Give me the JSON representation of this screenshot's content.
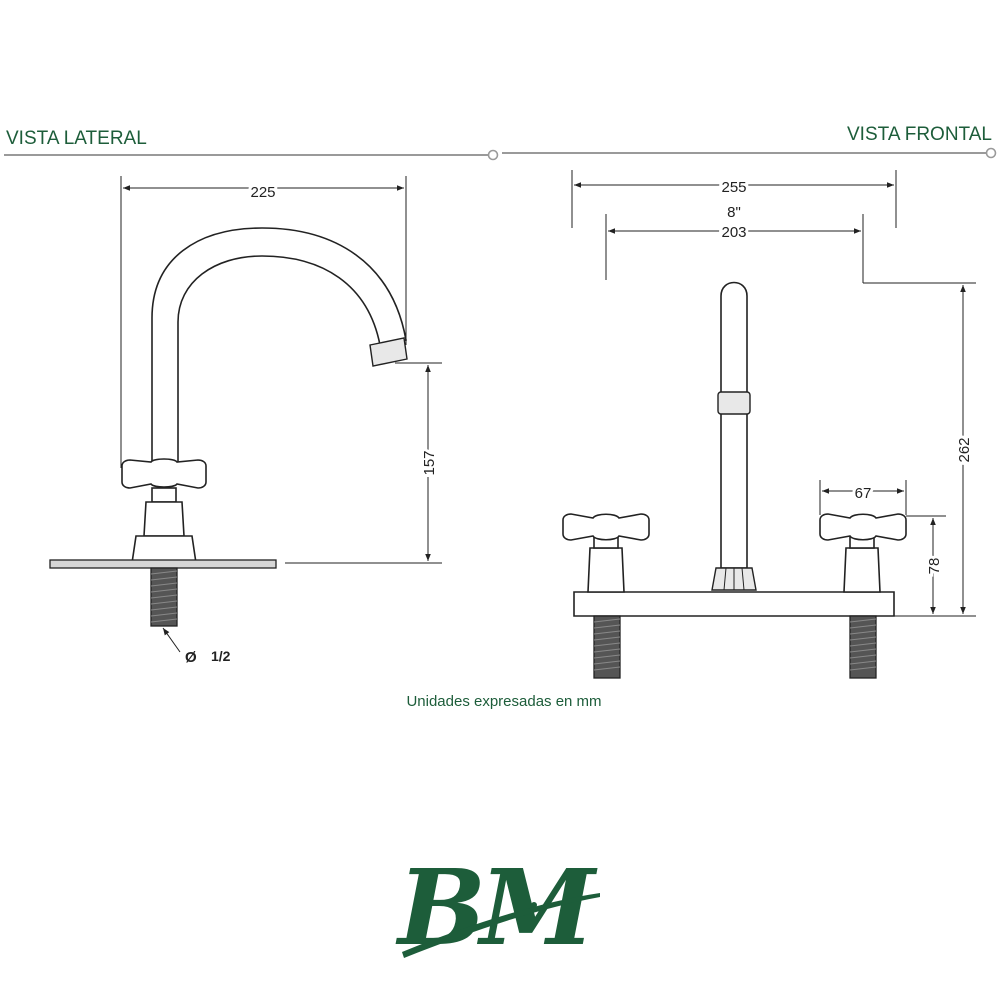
{
  "headers": {
    "lateral": "VISTA LATERAL",
    "frontal": "VISTA FRONTAL"
  },
  "dimensions": {
    "lateral_width": "225",
    "lateral_height": "157",
    "diameter_symbol": "Ø",
    "diameter_value": "1/2",
    "frontal_width": "255",
    "frontal_spacing_inch": "8\"",
    "frontal_spacing_mm": "203",
    "frontal_height": "262",
    "handle_width": "67",
    "handle_height": "78"
  },
  "note": "Unidades expresadas en mm",
  "logo": {
    "text": "BM",
    "color": "#1d5d3a"
  },
  "colors": {
    "accent": "#1d5d3a",
    "line": "#222222",
    "rule": "#9a9a9a"
  }
}
